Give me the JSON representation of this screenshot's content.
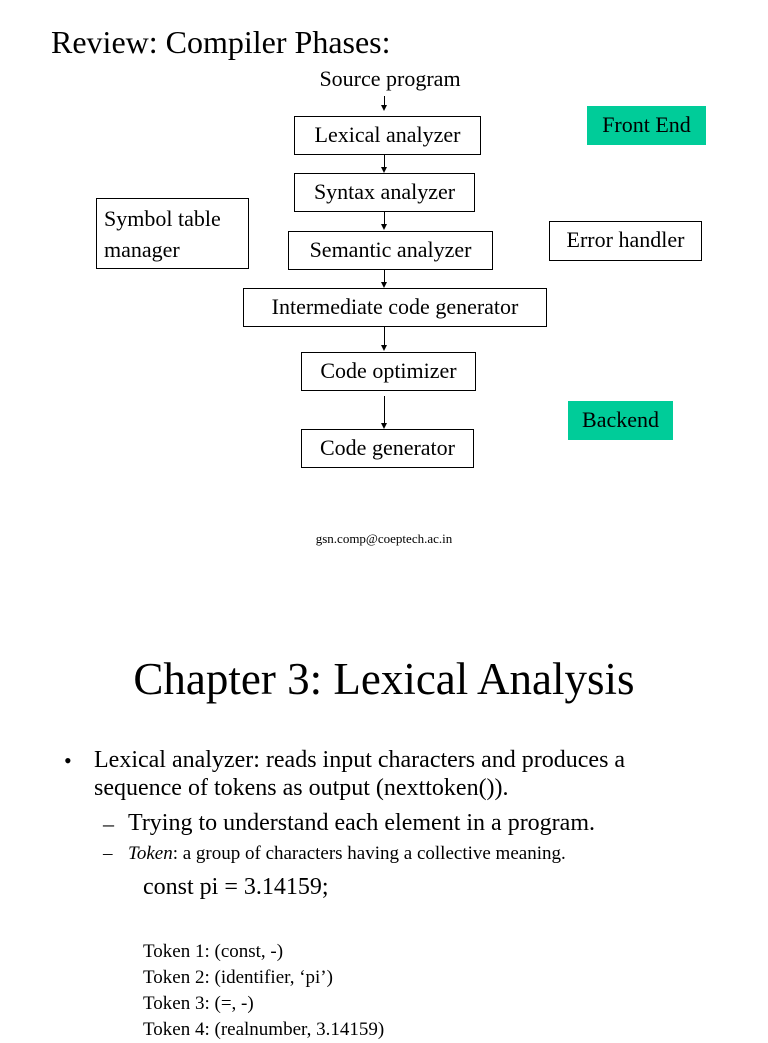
{
  "slide1": {
    "title": "Review: Compiler Phases:",
    "source_label": "Source program",
    "phases": [
      "Lexical analyzer",
      "Syntax analyzer",
      "Semantic analyzer",
      "Intermediate code generator",
      "Code optimizer",
      "Code generator"
    ],
    "symbol_table": [
      "Symbol table",
      "manager"
    ],
    "error_handler": "Error handler",
    "front_end": "Front End",
    "backend": "Backend",
    "footer_email": "gsn.comp@coeptech.ac.in",
    "accent_color": "#00cc99"
  },
  "slide2": {
    "title": "Chapter 3: Lexical Analysis",
    "bullet_main": "Lexical analyzer: reads input characters and produces a sequence of tokens as output (nexttoken()).",
    "sub_1": "Trying to understand each element in a program.",
    "sub_2_term": "Token",
    "sub_2_rest": ": a group of characters having a collective meaning.",
    "code_example": "const pi = 3.14159;",
    "tokens": [
      "Token 1: (const, -)",
      "Token 2: (identifier, ‘pi’)",
      "Token 3: (=, -)",
      "Token 4: (realnumber, 3.14159)"
    ],
    "bullet_symbol": "•",
    "dash_symbol": "–"
  }
}
